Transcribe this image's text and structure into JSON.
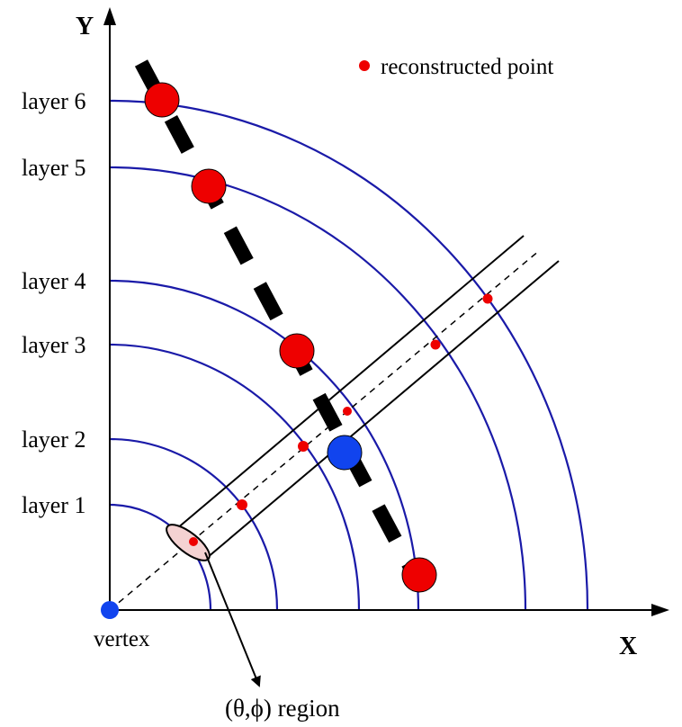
{
  "axes": {
    "x_label": "X",
    "y_label": "Y",
    "vertex_label": "vertex"
  },
  "layers": [
    {
      "label": "layer 1"
    },
    {
      "label": "layer 2"
    },
    {
      "label": "layer 3"
    },
    {
      "label": "layer 4"
    },
    {
      "label": "layer 5"
    },
    {
      "label": "layer 6"
    }
  ],
  "legend": {
    "label": "reconstructed point"
  },
  "region_label": "(θ,ϕ)  region",
  "colors": {
    "arc": "#1a1aa8",
    "point": "#ee0000",
    "blue_point": "#1144ee",
    "track": "#000000",
    "region_fill": "#f4d2d2"
  }
}
